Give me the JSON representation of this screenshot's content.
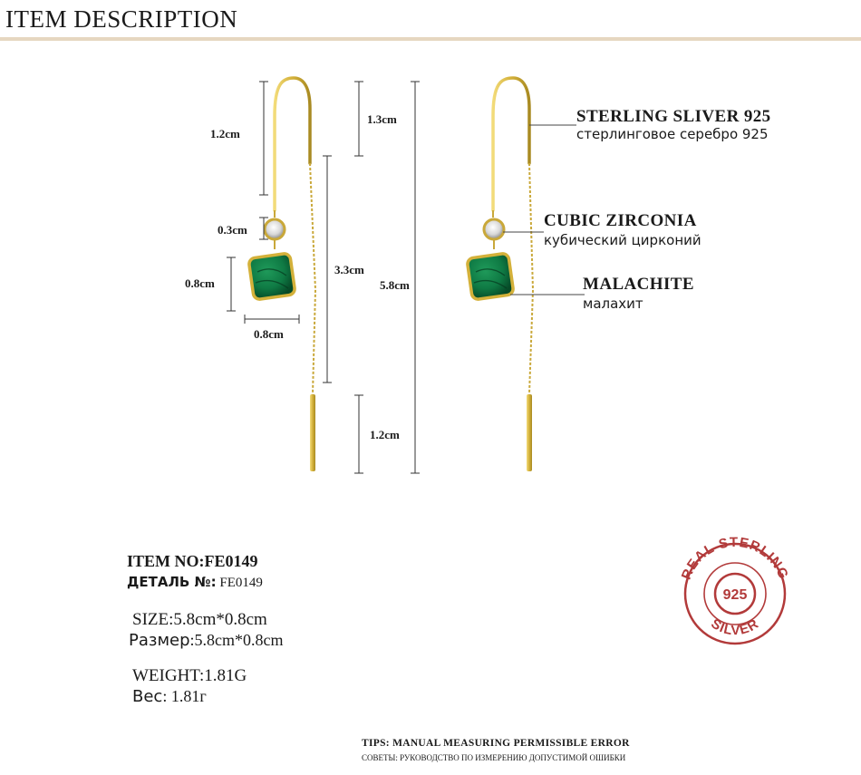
{
  "header": {
    "title": "ITEM   DESCRIPTION"
  },
  "dimensions": {
    "hook_height": "1.2cm",
    "hook_height_right": "1.3cm",
    "zircon": "0.3cm",
    "stone_height": "0.8cm",
    "stone_width": "0.8cm",
    "chain": "3.3cm",
    "total": "5.8cm",
    "bar": "1.2cm"
  },
  "labels": [
    {
      "en": "STERLING SLIVER 925",
      "ru": "стерлинговое серебро 925"
    },
    {
      "en": "CUBIC ZIRCONIA",
      "ru": "кубический цирконий"
    },
    {
      "en": "MALACHITE",
      "ru": "малахит"
    }
  ],
  "specs": {
    "item_no_en": "ITEM NO:FE0149",
    "item_no_ru_key": "ДЕТАЛЬ №:",
    "item_no_ru_val": " FE0149",
    "size_en": "SIZE:5.8cm*0.8cm",
    "size_ru_key": "Размер",
    "size_ru_val": ":5.8cm*0.8cm",
    "weight_en": "WEIGHT:1.81G",
    "weight_ru_key": "Вес",
    "weight_ru_val": ": 1.81г"
  },
  "stamp": {
    "ring_text": "REAL STERLING SILVER",
    "center": "925",
    "color": "#b23a3a"
  },
  "tips": {
    "en": "TIPS: MANUAL MEASURING PERMISSIBLE ERROR",
    "ru": "СОВЕТЫ: РУКОВОДСТВО ПО ИЗМЕРЕНИЮ ДОПУСТИМОЙ ОШИБКИ"
  },
  "colors": {
    "gold": "#d4b13a",
    "malachite": "#0f7a44",
    "header_bar": "#e6d7c0"
  }
}
